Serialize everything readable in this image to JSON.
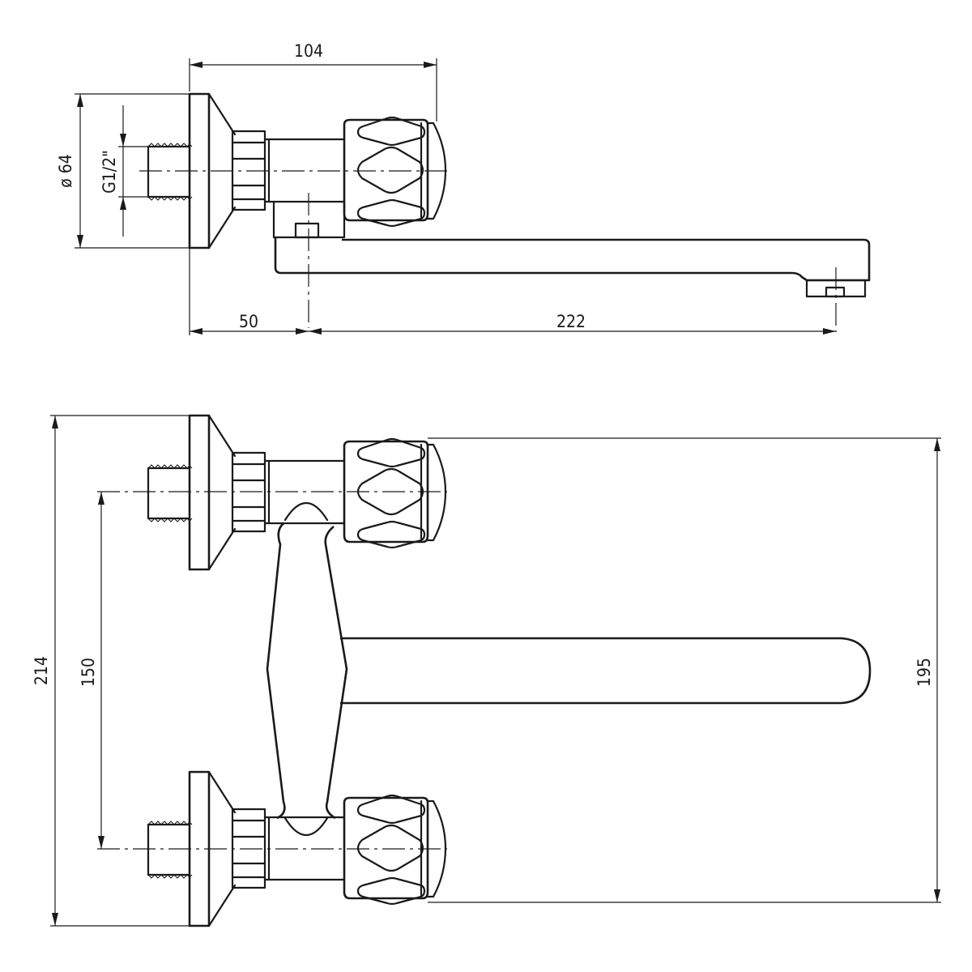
{
  "side_view": {
    "dim_top_width": "104",
    "dim_flange_diameter": "ø 64",
    "dim_thread": "G1/2\"",
    "dim_offset": "50",
    "dim_spout_reach": "222"
  },
  "front_view": {
    "dim_total_height": "214",
    "dim_center_spacing": "150",
    "dim_handle_span": "195"
  }
}
